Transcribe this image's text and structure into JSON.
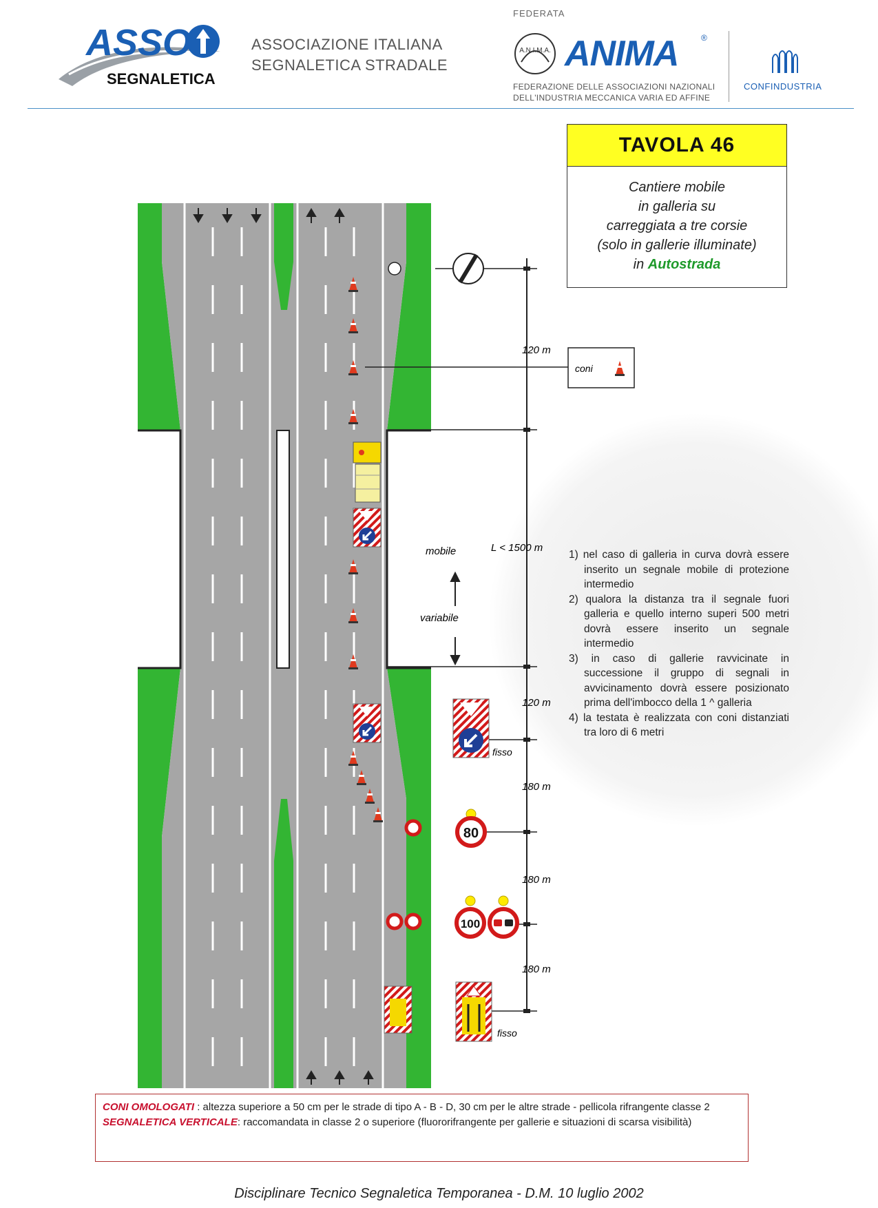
{
  "header": {
    "asso_logo": "ASSO",
    "asso_sub": "SEGNALETICA",
    "association_line1": "ASSOCIAZIONE ITALIANA",
    "association_line2": "SEGNALETICA STRADALE",
    "federata": "FEDERATA",
    "anima_seal": "A.N.I.M.A.",
    "anima": "ANIMA",
    "anima_reg": "®",
    "anima_sub1": "FEDERAZIONE DELLE ASSOCIAZIONI NAZIONALI",
    "anima_sub2": "DELL'INDUSTRIA MECCANICA VARIA ED AFFINE",
    "confindustria": "CONFINDUSTRIA"
  },
  "tavola": {
    "title": "TAVOLA  46",
    "line1": "Cantiere mobile",
    "line2": "in galleria su",
    "line3": "carreggiata a tre corsie",
    "line4": "(solo in gallerie illuminate)",
    "line5_prefix": "in ",
    "line5_highlight": "Autostrada"
  },
  "diagram": {
    "coni_label": "coni",
    "dist_1": "120 m",
    "dist_mobile_label": "mobile",
    "dist_tunnel": "L < 1500 m",
    "variabile": "variabile",
    "dist_2": "120 m",
    "fisso_1": "fisso",
    "dist_3": "180 m",
    "speed_80": "80",
    "dist_4": "180 m",
    "speed_100": "100",
    "dist_5": "180 m",
    "fisso_2": "fisso"
  },
  "notes": [
    "1) nel caso di galleria in curva dovrà essere inserito un segnale mobile di protezione intermedio",
    "2) qualora la distanza tra il segnale fuori galleria e quello interno superi 500 metri dovrà essere inserito un segnale intermedio",
    "3) in caso di gallerie ravvicinate in successione il gruppo di segnali in avvicinamento dovrà essere posizionato prima dell'imbocco della 1 ^ galleria",
    "4) la testata è realizzata con coni distanziati tra loro di 6 metri"
  ],
  "bottom": {
    "coni_title": "CONI OMOLOGATI",
    "coni_text": " : altezza superiore a 50 cm per le strade di tipo A - B - D, 30 cm per le altre strade - pellicola rifrangente classe 2",
    "segn_title": "SEGNALETICA VERTICALE",
    "segn_text": ": raccomandata in classe 2 o superiore (fluororifrangente per gallerie e situazioni di scarsa visibilità)"
  },
  "footer": "Disciplinare Tecnico Segnaletica Temporanea - D.M.  10 luglio 2002",
  "colors": {
    "grass": "#33b533",
    "asphalt": "#a6a6a6",
    "highlight_yellow": "#ffff22",
    "sign_red": "#d21a1a",
    "sign_blue": "#1f3f96",
    "brand_blue": "#1a5fb4",
    "text_green": "#1e9a2a"
  }
}
